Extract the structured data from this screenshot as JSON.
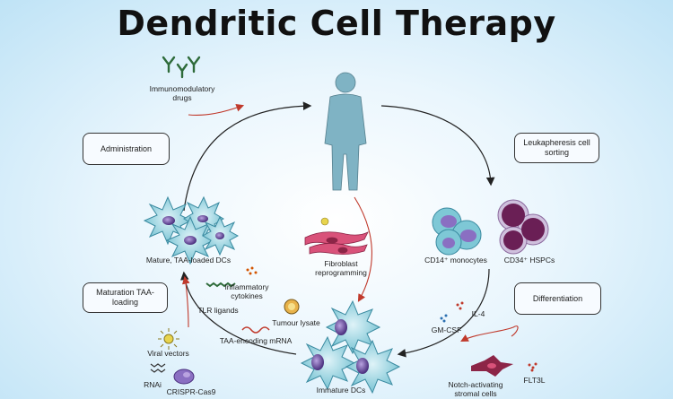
{
  "title": "Dendritic Cell Therapy",
  "boxes": {
    "administration": "Administration",
    "leukapheresis": "Leukapheresis cell sorting",
    "maturation": "Maturation TAA-loading",
    "differentiation": "Differentiation"
  },
  "labels": {
    "immunomodulatory": "Immunomodulatory drugs",
    "mature_dcs": "Mature, TAA-loaded DCs",
    "fibroblast": "Fibroblast reprogramming",
    "cd14": "CD14⁺ monocytes",
    "cd34": "CD34⁺ HSPCs",
    "inflammatory": "Inflammatory cytokines",
    "tlr": "TLR ligands",
    "tumour_lysate": "Tumour lysate",
    "taa_mrna": "TAA-encoding mRNA",
    "il4": "IL-4",
    "gmcsf": "GM-CSF",
    "viral_vectors": "Viral vectors",
    "rnai": "RNAi",
    "crispr": "CRISPR-Cas9",
    "immature_dcs": "Immature DCs",
    "notch": "Notch-activating stromal cells",
    "flt3l": "FLT3L"
  },
  "colors": {
    "arrow": "#222222",
    "red_arrow": "#c0392b",
    "dc_cell": "#7fc9d8",
    "nucleus": "#5b3f8c",
    "hspc": "#6a1f55",
    "fibroblast": "#d9527a",
    "person": "#7fb3c4"
  }
}
